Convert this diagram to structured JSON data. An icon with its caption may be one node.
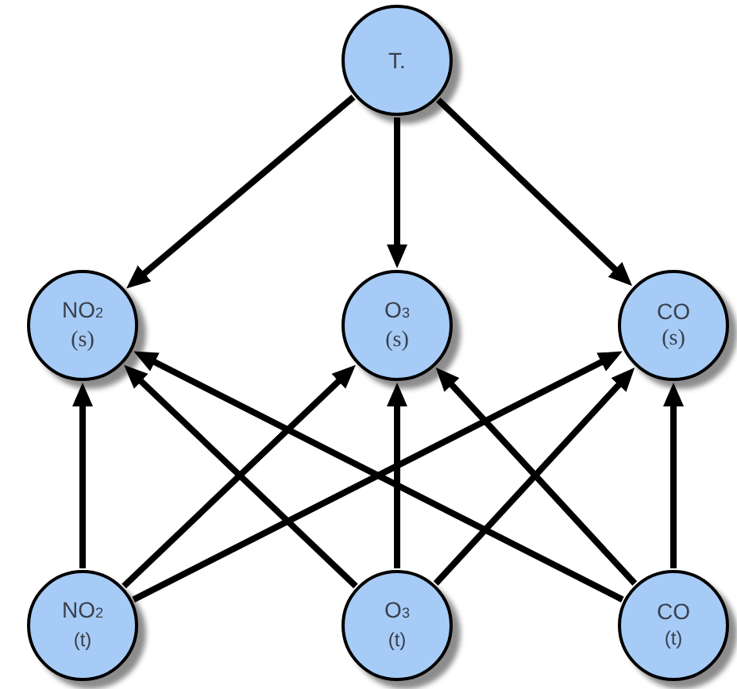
{
  "diagram": {
    "nodes": [
      {
        "text": [
          "T."
        ]
      },
      {
        "text": [
          "NO$_{2}$",
          "(s)"
        ]
      },
      {
        "text": [
          "O$_{3}$",
          "(s)"
        ]
      },
      {
        "text": [
          "CO",
          "(s)"
        ]
      },
      {
        "text": [
          "NO$_{2}$",
          "(t)"
        ]
      },
      {
        "text": [
          "O$_{3}$",
          "(t)"
        ]
      },
      {
        "text": [
          "CO",
          "(t)"
        ]
      }
    ],
    "edges": [
      {
        "from": 0,
        "to": 1,
        "arrow": "to"
      },
      {
        "from": 0,
        "to": 2,
        "arrow": "to"
      },
      {
        "from": 0,
        "to": 3,
        "arrow": "to"
      },
      {
        "from": 4,
        "to": 1,
        "arrow": "to"
      },
      {
        "from": 4,
        "to": 2,
        "arrow": "to"
      },
      {
        "from": 4,
        "to": 3,
        "arrow": "to"
      },
      {
        "from": 5,
        "to": 1,
        "arrow": "to"
      },
      {
        "from": 5,
        "to": 2,
        "arrow": "to"
      },
      {
        "from": 5,
        "to": 3,
        "arrow": "to"
      },
      {
        "from": 6,
        "to": 1,
        "arrow": "to"
      },
      {
        "from": 6,
        "to": 2,
        "arrow": "to"
      },
      {
        "from": 6,
        "to": 3,
        "arrow": "to"
      }
    ]
  }
}
